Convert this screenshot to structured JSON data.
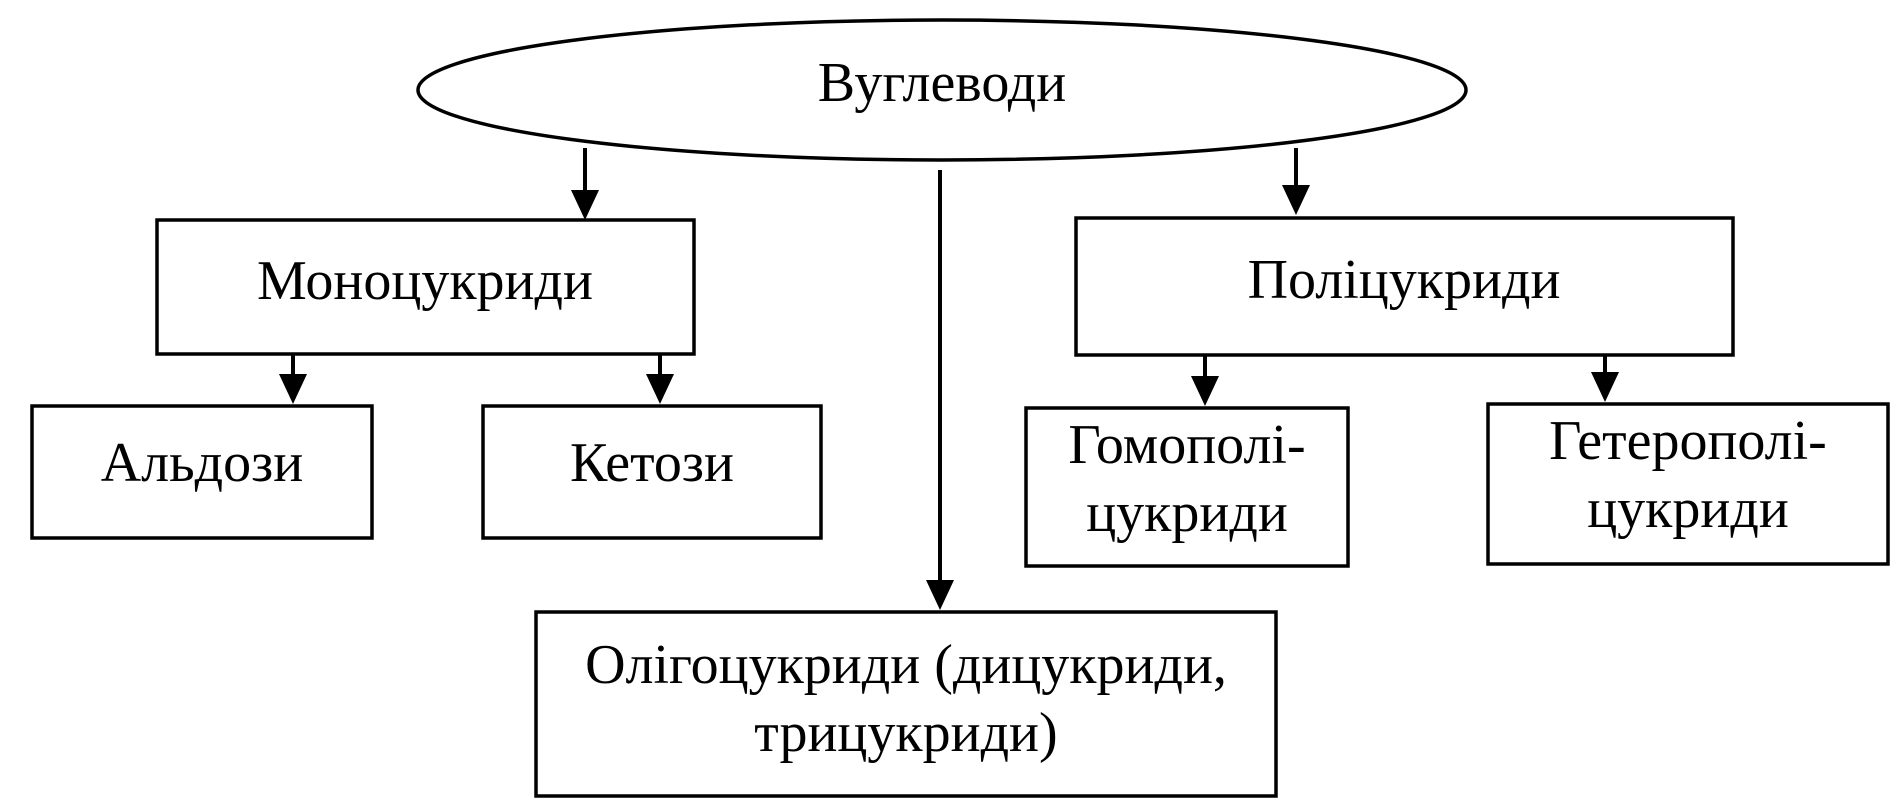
{
  "root": {
    "label": "Вуглеводи"
  },
  "mono": {
    "label": "Моноцукриди",
    "children": [
      {
        "label": "Альдози"
      },
      {
        "label": "Кетози"
      }
    ]
  },
  "poly": {
    "label": "Поліцукриди",
    "children": [
      {
        "lines": [
          "Гомополі-",
          "цукриди"
        ]
      },
      {
        "lines": [
          "Гетерополі-",
          "цукриди"
        ]
      }
    ]
  },
  "oligo": {
    "lines": [
      "Олігоцукриди (дицукриди,",
      "трицукриди)"
    ]
  }
}
